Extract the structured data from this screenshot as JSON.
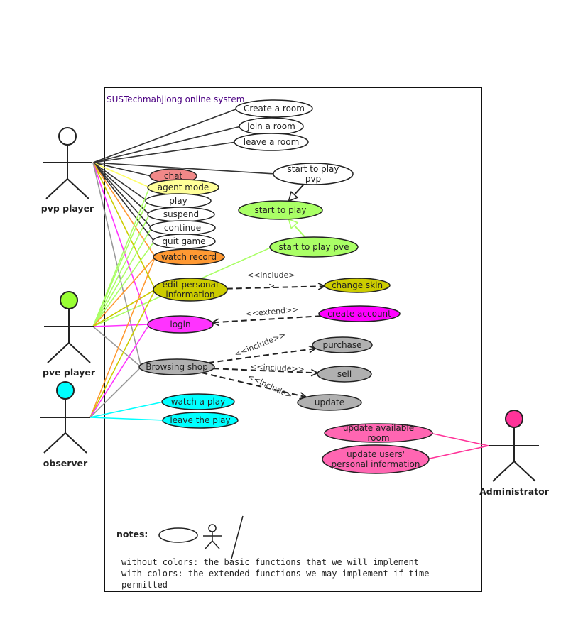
{
  "system": {
    "title": "SUSTechmahjiong online system"
  },
  "actors": {
    "pvp": {
      "label": "pvp player",
      "head_color": "#ffffff"
    },
    "pve": {
      "label": "pve player",
      "head_color": "#99ff33"
    },
    "observer": {
      "label": "observer",
      "head_color": "#00ffff"
    },
    "admin": {
      "label": "Administrator",
      "head_color": "#ff3399"
    }
  },
  "use_cases": {
    "create_room": {
      "lines": [
        "Create a room"
      ],
      "color": "#ffffff"
    },
    "join_room": {
      "lines": [
        "join a room"
      ],
      "color": "#ffffff"
    },
    "leave_room": {
      "lines": [
        "leave a room"
      ],
      "color": "#ffffff"
    },
    "start_pvp": {
      "lines": [
        "start to play",
        "pvp"
      ],
      "color": "#ffffff"
    },
    "chat": {
      "lines": [
        "chat"
      ],
      "color": "#f08888"
    },
    "agent_mode": {
      "lines": [
        "agent mode"
      ],
      "color": "#ffff99"
    },
    "play": {
      "lines": [
        "play"
      ],
      "color": "#ffffff"
    },
    "suspend": {
      "lines": [
        "suspend"
      ],
      "color": "#ffffff"
    },
    "continue": {
      "lines": [
        "continue"
      ],
      "color": "#ffffff"
    },
    "quit_game": {
      "lines": [
        "quit game"
      ],
      "color": "#ffffff"
    },
    "watch_record": {
      "lines": [
        "watch record"
      ],
      "color": "#ff9933"
    },
    "start_to_play": {
      "lines": [
        "start to play"
      ],
      "color": "#aaff66"
    },
    "start_pve": {
      "lines": [
        "start to play pve"
      ],
      "color": "#aaff66"
    },
    "edit_info": {
      "lines": [
        "edit personal",
        "information"
      ],
      "color": "#cccc00"
    },
    "change_skin": {
      "lines": [
        "change skin"
      ],
      "color": "#cccc00"
    },
    "login": {
      "lines": [
        "login"
      ],
      "color": "#ff33ff"
    },
    "create_account": {
      "lines": [
        "create account"
      ],
      "color": "#ff00ff"
    },
    "browsing_shop": {
      "lines": [
        "Browsing shop"
      ],
      "color": "#b0b0b0"
    },
    "purchase": {
      "lines": [
        "purchase"
      ],
      "color": "#b0b0b0"
    },
    "sell": {
      "lines": [
        "sell"
      ],
      "color": "#b0b0b0"
    },
    "update": {
      "lines": [
        "update"
      ],
      "color": "#b0b0b0"
    },
    "watch_play": {
      "lines": [
        "watch a play"
      ],
      "color": "#00ffff"
    },
    "leave_play": {
      "lines": [
        "leave the play"
      ],
      "color": "#00ffff"
    },
    "update_room": {
      "lines": [
        "update available",
        "room"
      ],
      "color": "#ff66b2"
    },
    "update_users": {
      "lines": [
        "update users'",
        "personal information"
      ],
      "color": "#ff66b2"
    }
  },
  "relations": {
    "include_skin": "<<include>",
    "include_skin_tail": ">",
    "extend_account": "<<extend>>",
    "include_purchase": "<<include>>",
    "include_sell": "<<include>>",
    "include_update": "<<include>"
  },
  "notes": {
    "label": "notes:",
    "line1": "without colors: the basic functions that we will implement",
    "line2": "with colors: the extended functions we may implement if time",
    "line3": "permitted"
  }
}
